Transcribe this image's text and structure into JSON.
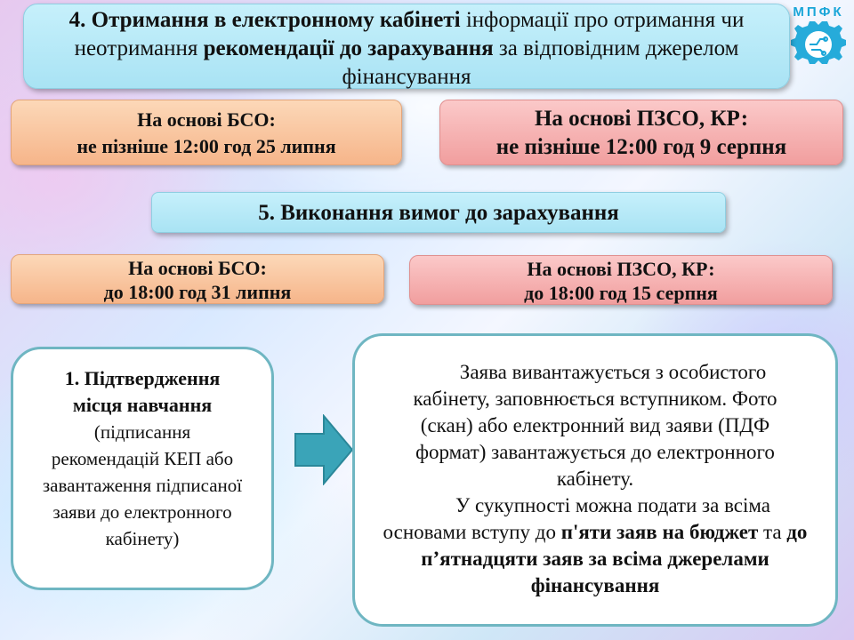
{
  "header": {
    "step4_part1_bold": "4. Отримання в електронному кабінеті",
    "step4_part2": " інформації про отримання чи неотримання ",
    "step4_part3_bold": "рекомендації до зарахування",
    "step4_part4": " за відповідним джерелом фінансування"
  },
  "logo": {
    "text": "МПФК",
    "color": "#1aa6d8"
  },
  "deadlines_recommendation": {
    "bso_line1": "На основі БСО:",
    "bso_line2": "не пізніше 12:00 год 25 липня",
    "pzso_line1": "На основі ПЗСО, КР:",
    "pzso_line2": "не пізніше 12:00 год 9 серпня"
  },
  "step5": {
    "title": "5. Виконання вимог до зарахування"
  },
  "deadlines_requirements": {
    "bso_line1": "На основі БСО:",
    "bso_line2": "до 18:00 год 31 липня",
    "pzso_line1": "На основі ПЗСО, КР:",
    "pzso_line2": "до 18:00 год 15 серпня"
  },
  "confirm_card": {
    "title_bold": "1. Підтвердження місця навчання",
    "body": "(підписання рекомендацій КЕП або завантаження підписаної заяви до електронного кабінету)"
  },
  "info_card": {
    "para1": "Заява вивантажується з особистого кабінету, заповнюється вступником. Фото (скан) або електронний вид заяви (ПДФ формат) завантажується до електронного кабінету.",
    "para2_start": "У сукупності можна подати за всіма основами вступу до ",
    "para2_bold1": "п'яти заяв на бюджет",
    "para2_mid": " та ",
    "para2_bold2": "до п’ятнадцяти заяв за всіма джерелами фінансування"
  },
  "colors": {
    "card_border": "#6fb6c2",
    "arrow_fill": "#3aa4b8",
    "header_fill": "#b6e8f7"
  }
}
